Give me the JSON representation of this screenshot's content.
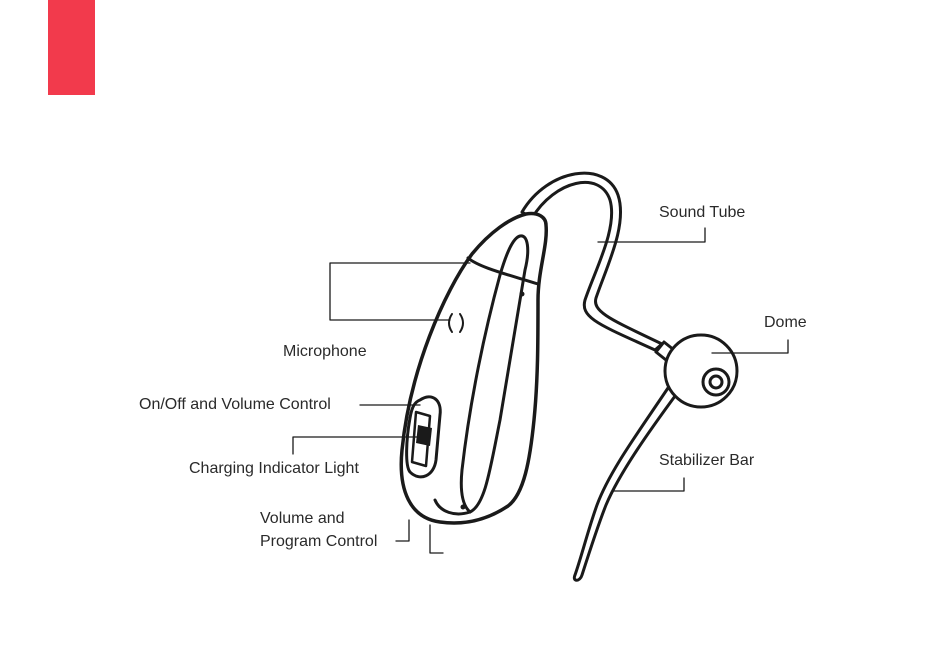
{
  "colors": {
    "accent": "#f23a4c",
    "ink": "#1a1a1a",
    "label": "#2a2a2a"
  },
  "labels": {
    "sound_tube": "Sound Tube",
    "dome": "Dome",
    "stabilizer_bar": "Stabilizer Bar",
    "microphone": "Microphone",
    "on_off_volume": "On/Off and Volume Control",
    "charging_light": "Charging Indicator Light",
    "volume_program_line1": "Volume and",
    "volume_program_line2": "Program Control"
  }
}
